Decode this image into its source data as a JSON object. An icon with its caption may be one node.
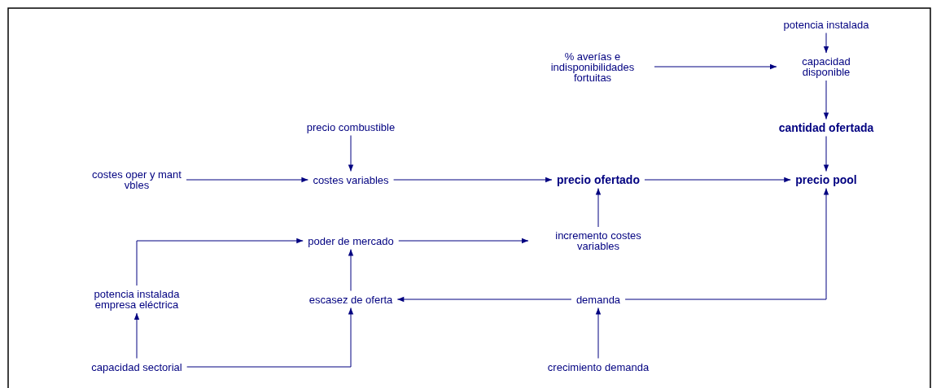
{
  "diagram": {
    "nodes": [
      {
        "text": [
          "potencia instalada"
        ]
      },
      {
        "text": [
          "% averías e indisponibilidades fortuitas"
        ]
      },
      {
        "text": [
          "capacidad disponible"
        ]
      },
      {
        "text": [
          "cantidad ofertada"
        ]
      },
      {
        "text": [
          "precio combustible"
        ]
      },
      {
        "text": [
          "costes oper y mant vbles"
        ]
      },
      {
        "text": [
          "costes variables"
        ]
      },
      {
        "text": [
          "precio ofertado"
        ]
      },
      {
        "text": [
          "precio pool"
        ]
      },
      {
        "text": [
          "poder de mercado"
        ]
      },
      {
        "text": [
          "incremento costes variables"
        ]
      },
      {
        "text": [
          "potencia instalada empresa eléctrica"
        ]
      },
      {
        "text": [
          "escasez de oferta"
        ]
      },
      {
        "text": [
          "demanda"
        ]
      },
      {
        "text": [
          "capacidad sectorial"
        ]
      },
      {
        "text": [
          "crecimiento demanda"
        ]
      }
    ],
    "edges": [
      {
        "from": 0,
        "to": 2,
        "arrow": "to"
      },
      {
        "from": 1,
        "to": 2,
        "arrow": "to"
      },
      {
        "from": 2,
        "to": 3,
        "arrow": "to"
      },
      {
        "from": 3,
        "to": 8,
        "arrow": "to"
      },
      {
        "from": 4,
        "to": 6,
        "arrow": "to"
      },
      {
        "from": 5,
        "to": 6,
        "arrow": "to"
      },
      {
        "from": 6,
        "to": 7,
        "arrow": "to"
      },
      {
        "from": 7,
        "to": 8,
        "arrow": "to"
      },
      {
        "from": 10,
        "to": 7,
        "arrow": "to"
      },
      {
        "from": 9,
        "to": 10,
        "arrow": "to"
      },
      {
        "from": 11,
        "to": 9,
        "arrow": "to"
      },
      {
        "from": 12,
        "to": 9,
        "arrow": "to"
      },
      {
        "from": 13,
        "to": 12,
        "arrow": "to"
      },
      {
        "from": 13,
        "to": 8,
        "arrow": "to"
      },
      {
        "from": 14,
        "to": 11,
        "arrow": "to"
      },
      {
        "from": 14,
        "to": 12,
        "arrow": "to"
      },
      {
        "from": 15,
        "to": 13,
        "arrow": "to"
      }
    ]
  }
}
